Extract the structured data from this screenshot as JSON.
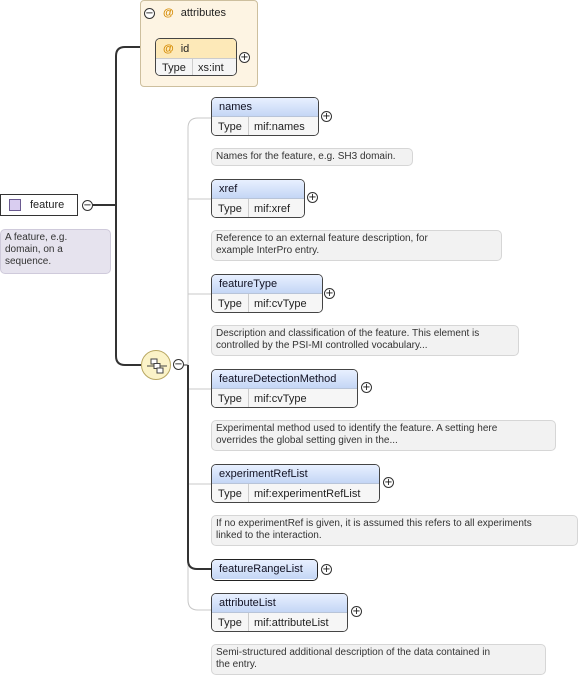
{
  "root": {
    "name": "feature",
    "note": [
      "A feature, e.g.",
      "domain, on a",
      "sequence."
    ]
  },
  "attributes": {
    "title": "attributes",
    "at_symbol": "@",
    "id": {
      "name": "id",
      "type_label": "Type",
      "type": "xs:int"
    }
  },
  "expanders": {
    "minus": "−",
    "plus": "+"
  },
  "elements": [
    {
      "name": "names",
      "type_label": "Type",
      "type": "mif:names",
      "note": [
        "Names for the feature, e.g. SH3 domain."
      ]
    },
    {
      "name": "xref",
      "type_label": "Type",
      "type": "mif:xref",
      "note": [
        "Reference to an external feature description, for",
        "example InterPro entry."
      ]
    },
    {
      "name": "featureType",
      "type_label": "Type",
      "type": "mif:cvType",
      "note": [
        "Description and classification of the feature. This element is",
        "controlled by the PSI-MI controlled vocabulary..."
      ]
    },
    {
      "name": "featureDetectionMethod",
      "type_label": "Type",
      "type": "mif:cvType",
      "note": [
        "Experimental method used to identify the feature. A setting here",
        "overrides the global setting given in the..."
      ]
    },
    {
      "name": "experimentRefList",
      "type_label": "Type",
      "type": "mif:experimentRefList",
      "note": [
        "If no experimentRef is given, it is assumed this refers to all experiments",
        "linked to the interaction."
      ]
    },
    {
      "name": "featureRangeList"
    },
    {
      "name": "attributeList",
      "type_label": "Type",
      "type": "mif:attributeList",
      "note": [
        "Semi-structured additional description of the data contained in",
        "the entry."
      ]
    }
  ]
}
